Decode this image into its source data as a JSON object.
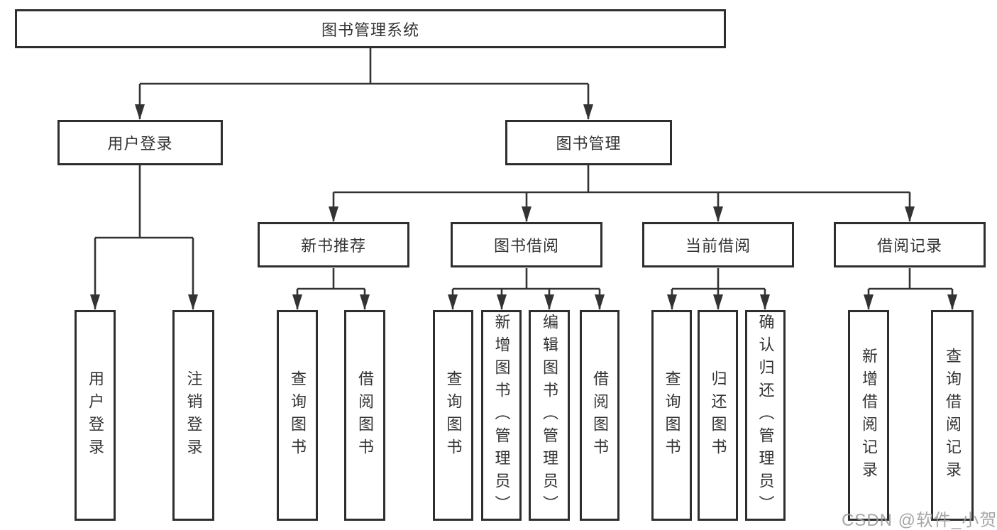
{
  "diagram": {
    "title": "图书管理系统",
    "root": "图书管理系统",
    "level2": [
      "用户登录",
      "图书管理"
    ],
    "level3": [
      "新书推荐",
      "图书借阅",
      "当前借阅",
      "借阅记录"
    ],
    "leaves": [
      "用户登录",
      "注销登录",
      "查询图书",
      "借阅图书",
      "查询图书",
      "新增图书（管理员）",
      "编辑图书（管理员）",
      "借阅图书",
      "查询图书",
      "归还图书",
      "确认归还（管理员）",
      "新增借阅记录",
      "查询借阅记录"
    ],
    "tree": {
      "图书管理系统": {
        "用户登录": [
          "用户登录",
          "注销登录"
        ],
        "图书管理": {
          "新书推荐": [
            "查询图书",
            "借阅图书"
          ],
          "图书借阅": [
            "查询图书",
            "新增图书（管理员）",
            "编辑图书（管理员）",
            "借阅图书"
          ],
          "当前借阅": [
            "查询图书",
            "归还图书",
            "确认归还（管理员）"
          ],
          "借阅记录": [
            "新增借阅记录",
            "查询借阅记录"
          ]
        }
      }
    }
  },
  "watermark": {
    "text": "CSDN @软件_小贺同学"
  },
  "colors": {
    "background": "#ffffff",
    "box_border": "#2e2e2e",
    "line": "#333333",
    "text": "#333333",
    "watermark": "#9e9e9e"
  }
}
